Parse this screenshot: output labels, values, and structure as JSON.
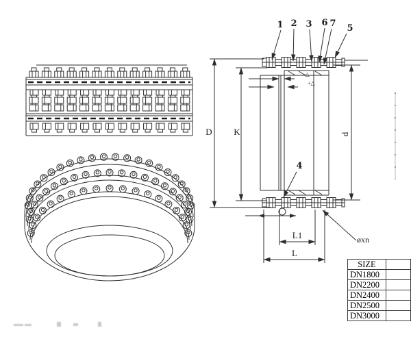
{
  "section": {
    "callouts": {
      "c1": "1",
      "c2": "2",
      "c3": "3",
      "c4": "4",
      "c5": "5",
      "c6": "6",
      "c7": "7"
    },
    "dims": {
      "D": "D",
      "K": "K",
      "d": "d",
      "L": "L",
      "L1": "L1",
      "bolt_holes": "øxn",
      "tol_minus": "-△",
      "tol_plus": "+△"
    }
  },
  "table": {
    "header": "SIZE",
    "rows": [
      "DN1800",
      "DN2200",
      "DN2400",
      "DN2500",
      "DN3000"
    ]
  },
  "colors": {
    "line": "#2e2e2e",
    "faint": "#c9c9c9",
    "background": "#ffffff"
  }
}
